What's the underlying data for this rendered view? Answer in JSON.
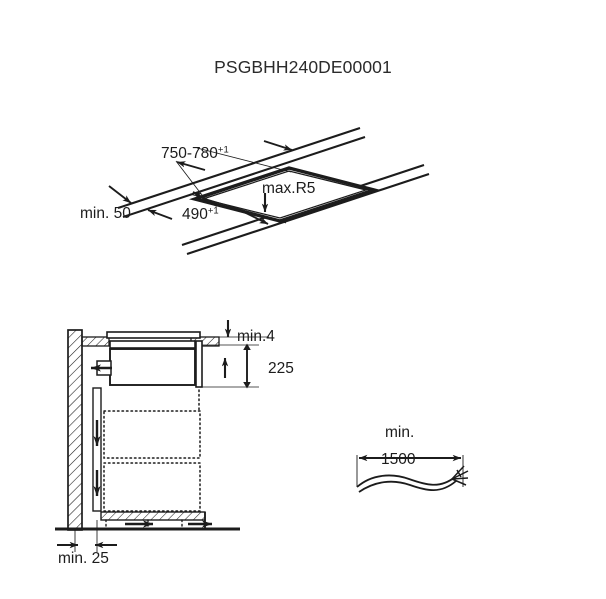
{
  "document": {
    "title": "PSGBHH240DE00001",
    "type": "installation-dimension-drawing",
    "background_color": "#ffffff",
    "line_color": "#1c1c1c"
  },
  "diagrams": {
    "top_cutout": {
      "name": "worktop-cutout-isometric",
      "labels": {
        "width": "750-780",
        "width_tolerance": "+1",
        "depth": "490",
        "depth_tolerance": "+1",
        "corner_radius": "max.R5",
        "edge_distance": "min. 50"
      }
    },
    "section_view": {
      "name": "installation-section-view",
      "labels": {
        "worktop_thickness": "min.4",
        "appliance_height": "225",
        "wall_gap": "min. 25"
      }
    },
    "cable": {
      "name": "mains-cable-length",
      "labels": {
        "prefix": "min.",
        "length": "1500"
      }
    }
  }
}
